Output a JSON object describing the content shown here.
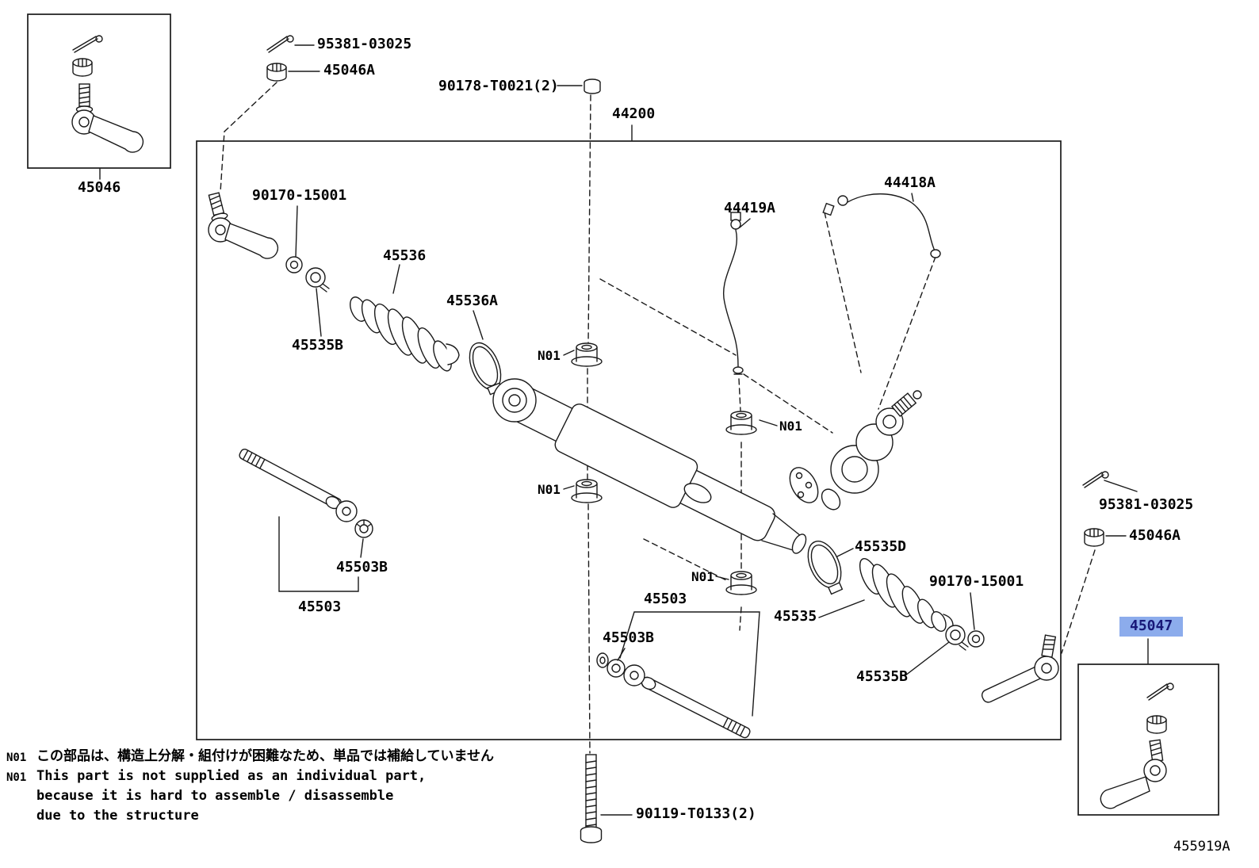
{
  "diagram": {
    "drawing_number": "455919A",
    "main_assembly": "44200",
    "highlight_bg": "#8CACEC",
    "highlight_fg": "#181878"
  },
  "callouts": {
    "c45046": "45046",
    "c95381_top": "95381-03025",
    "c45046A_top": "45046A",
    "c90178": "90178-T0021(2)",
    "c44200": "44200",
    "c90170_left": "90170-15001",
    "c45536": "45536",
    "c45536A": "45536A",
    "c45535B_left": "45535B",
    "c44419A": "44419A",
    "c44418A": "44418A",
    "cN01_1": "N01",
    "cN01_2": "N01",
    "cN01_3": "N01",
    "cN01_4": "N01",
    "c45503B_upper": "45503B",
    "c45503_upper": "45503",
    "c45535D": "45535D",
    "c45535": "45535",
    "c90170_right": "90170-15001",
    "c45535B_right": "45535B",
    "c45503B_lower": "45503B",
    "c45503_lower": "45503",
    "c95381_right": "95381-03025",
    "c45046A_right": "45046A",
    "c45047": "45047",
    "c90119": "90119-T0133(2)"
  },
  "notes": {
    "prefix": "N01",
    "japanese": "この部品は、構造上分解・組付けが困難なため、単品では補給していません",
    "english_line1": "This part is not supplied as an individual part,",
    "english_line2": "because it is hard to assemble / disassemble",
    "english_line3": "due to the structure"
  }
}
